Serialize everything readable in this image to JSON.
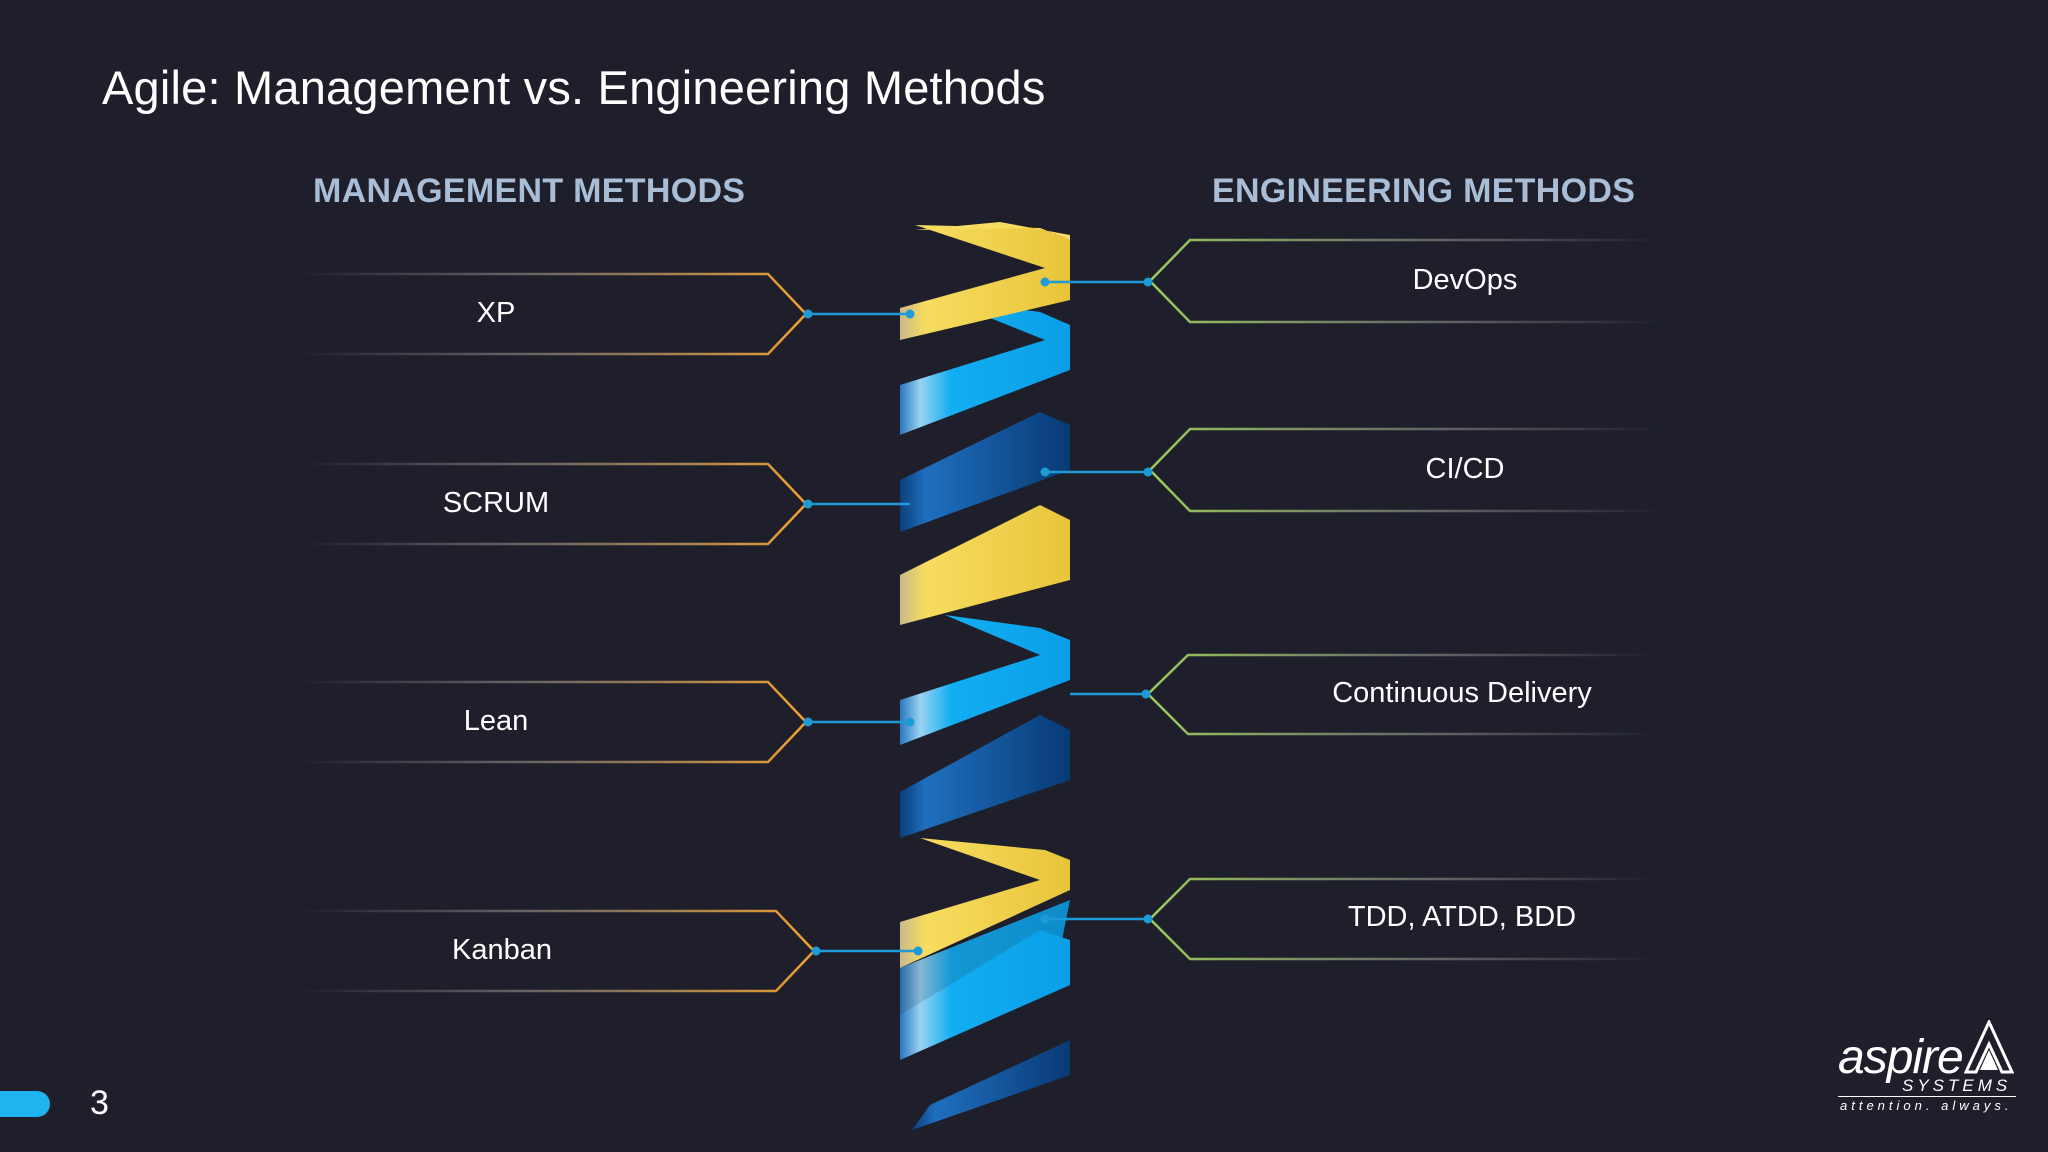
{
  "title": "Agile: Management vs. Engineering Methods",
  "management": {
    "heading": "MANAGEMENT METHODS",
    "items": [
      "XP",
      "SCRUM",
      "Lean",
      "Kanban"
    ]
  },
  "engineering": {
    "heading": "ENGINEERING METHODS",
    "items": [
      "DevOps",
      "CI/CD",
      "Continuous Delivery",
      "TDD, ATDD, BDD"
    ]
  },
  "footer": {
    "page_number": "3",
    "logo_name": "aspire",
    "logo_sub": "SYSTEMS",
    "logo_tagline": "attention. always."
  },
  "colors": {
    "background": "#1e1f2b",
    "management_outline": "#f0a030",
    "engineering_outline": "#9ccc5a",
    "connector": "#1e9ad6",
    "helix_yellow": "#f6d24a",
    "helix_blue": "#10aef0",
    "helix_dark_blue": "#0c5fa8",
    "heading": "#a9bed6"
  }
}
